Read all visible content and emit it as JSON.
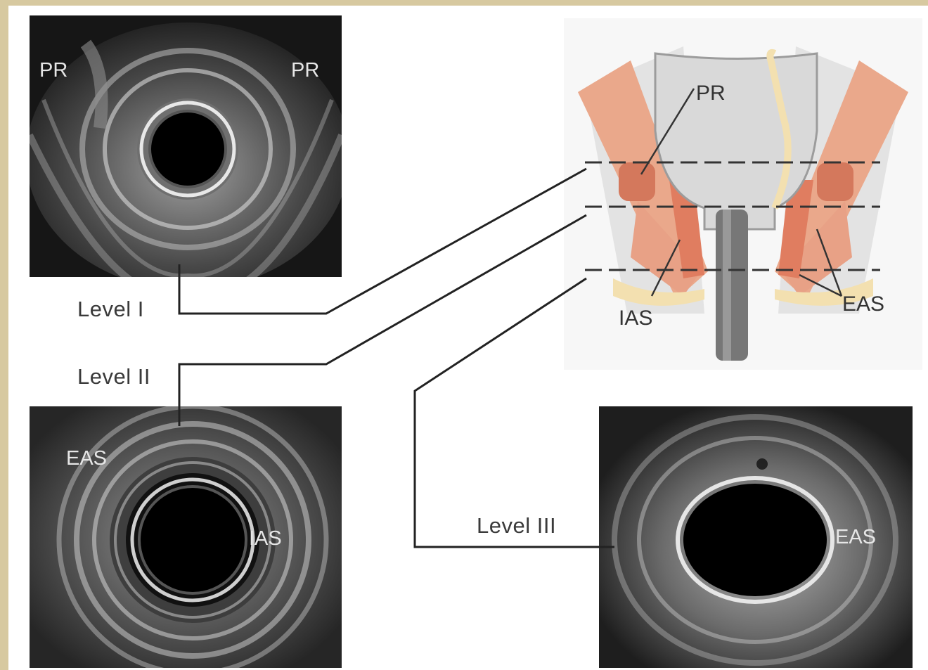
{
  "levels": {
    "level1": "Level I",
    "level2": "Level II",
    "level3": "Level III"
  },
  "panel1": {
    "pr_left": "PR",
    "pr_right": "PR"
  },
  "panel2": {
    "eas": "EAS",
    "ias": "IAS"
  },
  "panel3": {
    "eas": "EAS"
  },
  "anatomy": {
    "pr": "PR",
    "ias": "IAS",
    "eas": "EAS"
  },
  "colors": {
    "frame": "#d7c9a0",
    "muscle": "#e9a689",
    "muscle_dark": "#d98366",
    "lumen": "#000000",
    "connector": "#222222"
  }
}
